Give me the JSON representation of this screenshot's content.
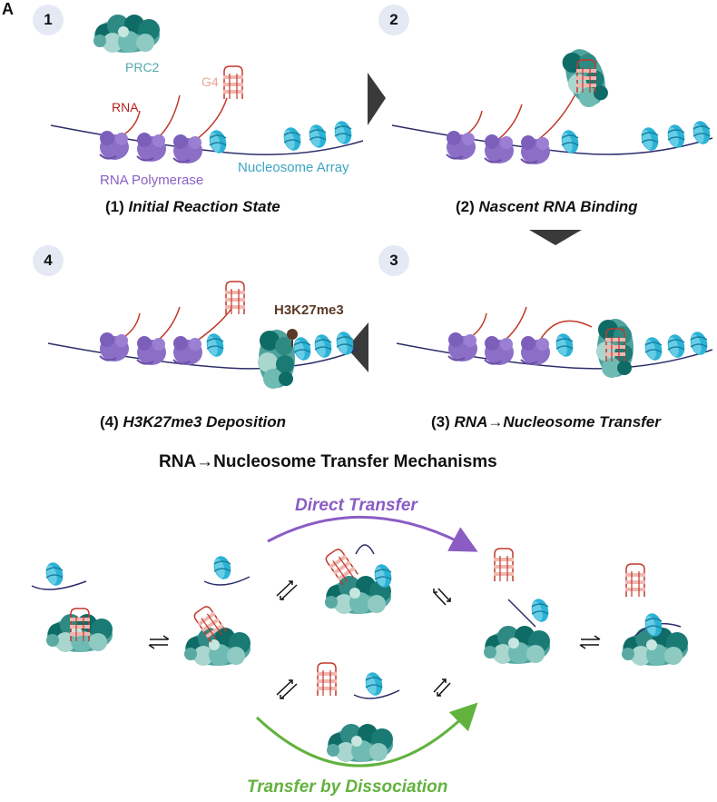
{
  "panel_letter": "A",
  "steps": [
    {
      "num": "1",
      "caption_num": "(1)",
      "caption": "Initial Reaction State"
    },
    {
      "num": "2",
      "caption_num": "(2)",
      "caption": "Nascent RNA Binding"
    },
    {
      "num": "3",
      "caption_num": "(3)",
      "caption": "RNA→Nucleosome Transfer"
    },
    {
      "num": "4",
      "caption_num": "(4)",
      "caption": "H3K27me3 Deposition"
    }
  ],
  "labels": {
    "prc2": "PRC2",
    "g4": "G4",
    "rna": "RNA",
    "polymerase": "RNA Polymerase",
    "nucleosome_array": "Nucleosome Array",
    "mark": "H3K27me3"
  },
  "mechanisms": {
    "title": "RNA→Nucleosome Transfer Mechanisms",
    "direct": "Direct Transfer",
    "dissociation": "Transfer by Dissociation"
  },
  "colors": {
    "prc2_dark": "#0f6b66",
    "prc2_mid": "#4fa39e",
    "prc2_light": "#a9d6cf",
    "rna": "#c0392b",
    "g4_fill": "#f2b6b0",
    "polymerase": "#8b6fc6",
    "nucleosome": "#2bb3d6",
    "dna": "#2c2d6a",
    "h3k27me3": "#5a3a26",
    "direct_arrow": "#8b5cc4",
    "dissociation_arrow": "#62b23e"
  }
}
